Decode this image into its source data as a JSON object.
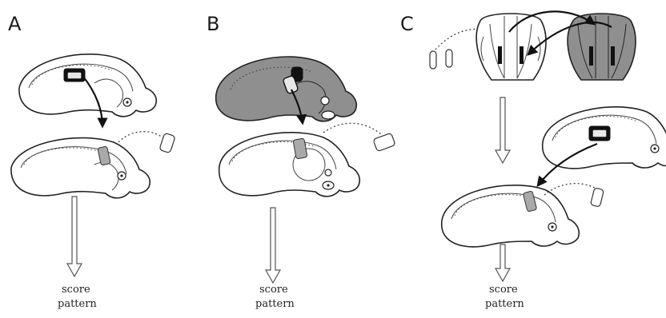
{
  "panels": [
    {
      "id": "A",
      "letter": "A",
      "output_line1": "score",
      "output_line2": "pattern"
    },
    {
      "id": "B",
      "letter": "B",
      "output_line1": "score",
      "output_line2": "pattern"
    },
    {
      "id": "C",
      "letter": "C",
      "output_line1": "score",
      "output_line2": "pattern"
    }
  ],
  "colors": {
    "line": "#222222",
    "donor_dark_fill": "#8f8f8f",
    "implant_black": "#111111",
    "implant_grey": "#a9a9a9",
    "hollow_arrow": "#555555"
  }
}
